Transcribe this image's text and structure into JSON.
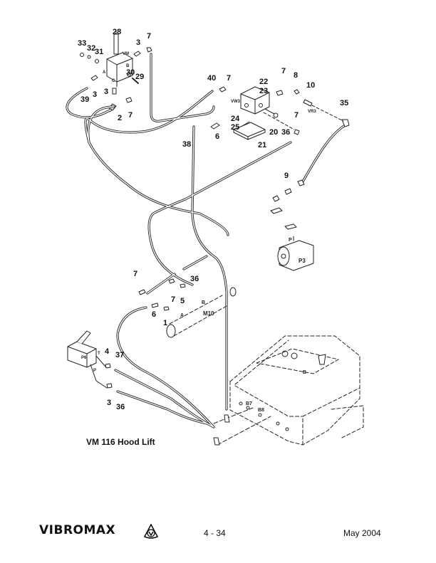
{
  "caption": "VM 116 Hood Lift",
  "footer": {
    "brand": "VIBROMAX",
    "page": "4 - 34",
    "date": "May 2004"
  },
  "callouts": {
    "c28": "28",
    "c33": "33",
    "c32": "32",
    "c31": "31",
    "c3a": "3",
    "c7a": "7",
    "c30": "30",
    "c29": "29",
    "c39": "39",
    "c3b": "3",
    "c3c": "3",
    "c2": "2",
    "c7b": "7",
    "c40": "40",
    "c7c": "7",
    "c22": "22",
    "c23": "23",
    "c7d": "7",
    "c8": "8",
    "c10": "10",
    "c35": "35",
    "c24": "24",
    "c25": "25",
    "c7e": "7",
    "c6a": "6",
    "c38": "38",
    "c20": "20",
    "c36a": "36",
    "c21": "21",
    "c9": "9",
    "c7f": "7",
    "c36b": "36",
    "c7g": "7",
    "c5": "5",
    "c6b": "6",
    "c1": "1",
    "c4": "4",
    "c37": "37",
    "c3d": "3",
    "c36c": "36"
  },
  "port_labels": {
    "vm": "VM",
    "a1": "A",
    "b1": "B",
    "c1": "C",
    "vw3": "VW3",
    "vr3": "VR3",
    "p": "P",
    "p3": "P3",
    "b2": "B",
    "a2": "A",
    "m10": "M10",
    "p6": "P6",
    "t": "T",
    "p2": "P",
    "b7": "B7",
    "b8": "B8",
    "b3": "B"
  },
  "icons": {
    "logo_mark": "vibromax-v-emblem"
  }
}
